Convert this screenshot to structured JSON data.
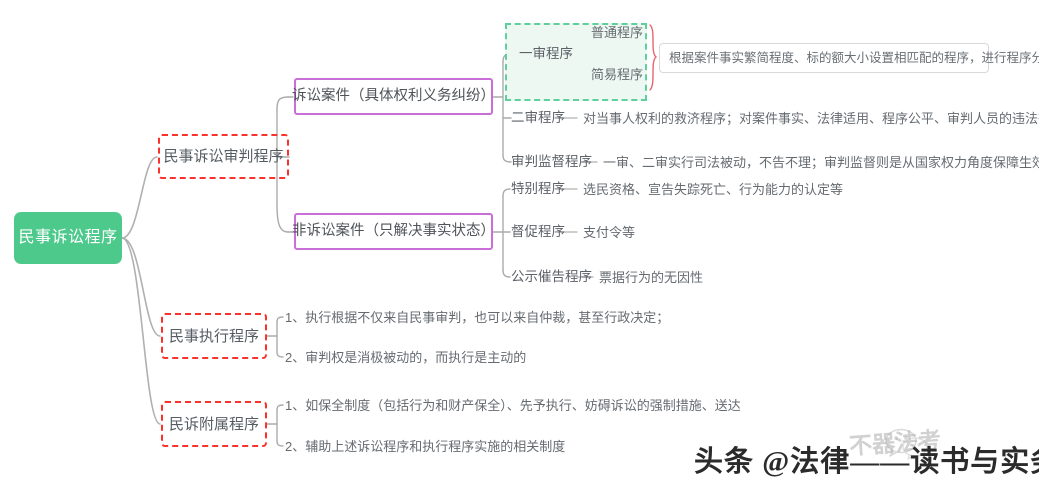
{
  "diagram": {
    "type": "mind-map",
    "root": {
      "label": "民事诉讼程序",
      "color": "#4ec98c"
    },
    "branches": [
      {
        "label": "民事诉讼审判程序",
        "style": "red-dashed",
        "color": "#f9322c",
        "children": [
          {
            "label": "诉讼案件（具体权利义务纠纷）",
            "style": "purple-solid",
            "color": "#c870d8",
            "children": [
              {
                "label": "一审程序",
                "group": "green-dashed",
                "group_color": "#5fcf9e",
                "children": [
                  {
                    "label": "普通程序"
                  },
                  {
                    "label": "简易程序"
                  }
                ],
                "annotation": "根据案件事实繁简程度、标的额大小设置相匹配的程序，进行程序分流"
              },
              {
                "label": "二审程序",
                "note": "对当事人权利的救济程序；对案件事实、法律适用、程序公平、审判人员的违法等的纠正"
              },
              {
                "label": "审判监督程序",
                "note": "一审、二审实行司法被动，不告不理；审判监督则是从国家权力角度保障生效裁判的正确性"
              }
            ]
          },
          {
            "label": "非诉讼案件（只解决事实状态）",
            "style": "purple-solid",
            "color": "#c870d8",
            "children": [
              {
                "label": "特别程序",
                "note": "选民资格、宣告失踪死亡、行为能力的认定等"
              },
              {
                "label": "督促程序",
                "note": "支付令等"
              },
              {
                "label": "公示催告程序",
                "note": "票据行为的无因性"
              }
            ]
          }
        ]
      },
      {
        "label": "民事执行程序",
        "style": "red-dashed",
        "color": "#f9322c",
        "children": [
          {
            "label": "1、执行根据不仅来自民事审判，也可以来自仲裁，甚至行政决定；"
          },
          {
            "label": "2、审判权是消极被动的，而执行是主动的"
          }
        ]
      },
      {
        "label": "民诉附属程序",
        "style": "red-dashed",
        "color": "#f9322c",
        "children": [
          {
            "label": "1、如保全制度（包括行为和财产保全）、先予执行、妨碍诉讼的强制措施、送达"
          },
          {
            "label": "2、辅助上述诉讼程序和执行程序实施的相关制度"
          }
        ]
      }
    ]
  },
  "watermark": {
    "main_text": "头条 @法律——读书与实务",
    "ghost_text": "不器法考",
    "icon": "wechat-icon"
  }
}
